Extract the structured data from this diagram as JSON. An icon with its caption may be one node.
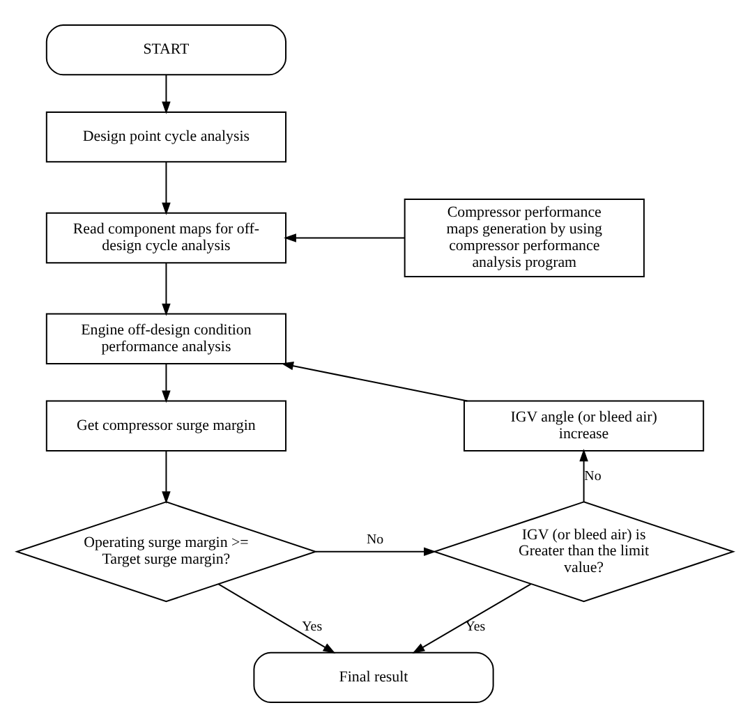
{
  "diagram": {
    "nodes": [
      {
        "text": [
          "START"
        ]
      },
      {
        "text": [
          "Design point cycle analysis"
        ]
      },
      {
        "text": [
          "Read component maps for off-design cycle analysis"
        ]
      },
      {
        "text": [
          "Compressor performance maps generation by using compressor performance analysis program"
        ]
      },
      {
        "text": [
          "Engine off-design condition performance analysis"
        ]
      },
      {
        "text": [
          "Get compressor surge margin"
        ]
      },
      {
        "text": [
          "Operating surge margin >= Target surge margin?"
        ]
      },
      {
        "text": [
          "IGV (or bleed air) is Greater than the limit value?"
        ]
      },
      {
        "text": [
          "IGV angle (or bleed air) increase"
        ]
      },
      {
        "text": [
          "Final result"
        ]
      }
    ],
    "edges": [
      {
        "from": 0,
        "to": 1,
        "arrow": "to"
      },
      {
        "from": 1,
        "to": 2,
        "arrow": "to"
      },
      {
        "from": 3,
        "to": 2,
        "arrow": "to"
      },
      {
        "from": 2,
        "to": 4,
        "arrow": "to"
      },
      {
        "from": 4,
        "to": 5,
        "arrow": "to"
      },
      {
        "from": 5,
        "to": 6,
        "arrow": "to"
      },
      {
        "from": 6,
        "to": 7,
        "arrow": "to",
        "label": "No"
      },
      {
        "from": 7,
        "to": 8,
        "arrow": "to",
        "label": "No"
      },
      {
        "from": 8,
        "to": 4,
        "arrow": "to"
      },
      {
        "from": 6,
        "to": 9,
        "arrow": "to",
        "label": "Yes"
      },
      {
        "from": 7,
        "to": 9,
        "arrow": "to",
        "label": "Yes"
      }
    ]
  }
}
